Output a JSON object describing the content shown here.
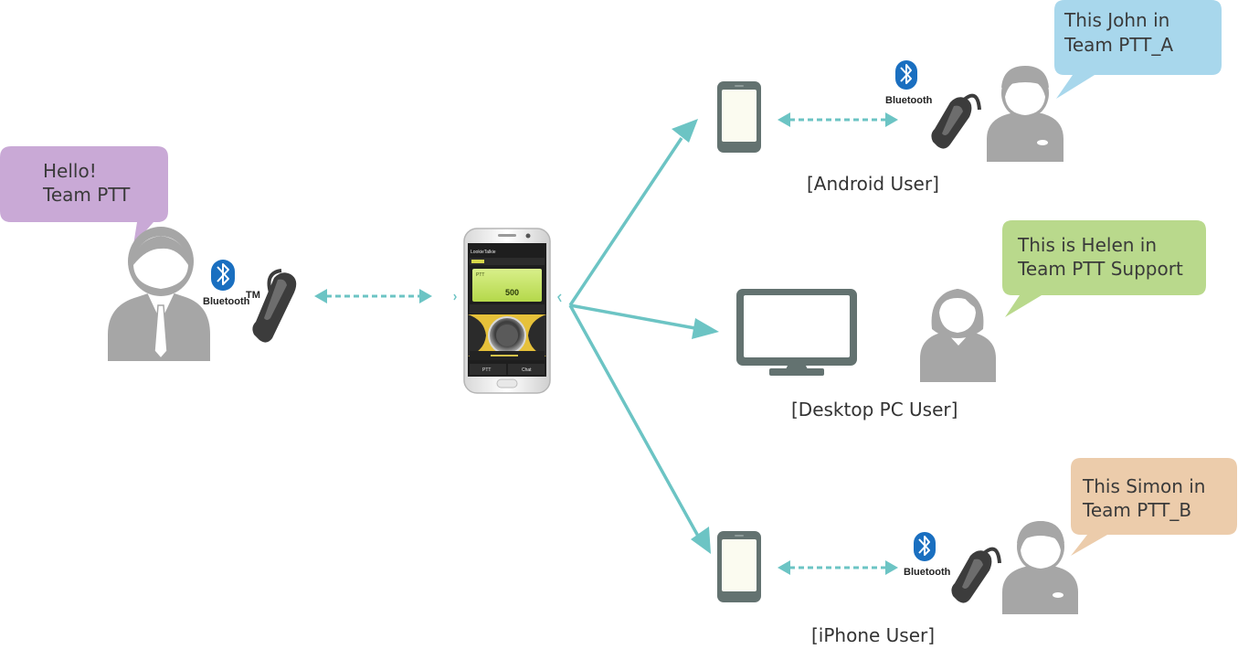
{
  "colors": {
    "arrow": "#6cc4c4",
    "person": "#a6a6a6",
    "device": "#637270",
    "bluetooth": "#1a6fc0",
    "bubble_sender": "#c9a9d6",
    "bubble_john": "#a8d7ec",
    "bubble_helen": "#b9d98c",
    "bubble_simon": "#ecccab"
  },
  "icons": {
    "bluetooth": "bluetooth-logo",
    "headset": "bluetooth-headset",
    "phone": "smartphone",
    "monitor": "desktop-monitor",
    "person": "person-silhouette"
  },
  "sender": {
    "bubble_line1": "Hello!",
    "bubble_line2": "Team PTT"
  },
  "bluetooth_label": "Bluetooth",
  "bluetooth_tm": "TM",
  "center_phone": {
    "app_title": "LookieTalkie",
    "channel": "PTT",
    "timer": "500",
    "btn_left": "PTT",
    "btn_right": "Chat"
  },
  "receivers": {
    "android": {
      "label": "[Android User]",
      "bubble_line1": "This John in",
      "bubble_line2": "Team PTT_A"
    },
    "desktop": {
      "label": "[Desktop PC User]",
      "bubble_line1": "This is Helen in",
      "bubble_line2": "Team PTT Support"
    },
    "iphone": {
      "label": "[iPhone User]",
      "bubble_line1": "This Simon in",
      "bubble_line2": "Team PTT_B"
    }
  }
}
